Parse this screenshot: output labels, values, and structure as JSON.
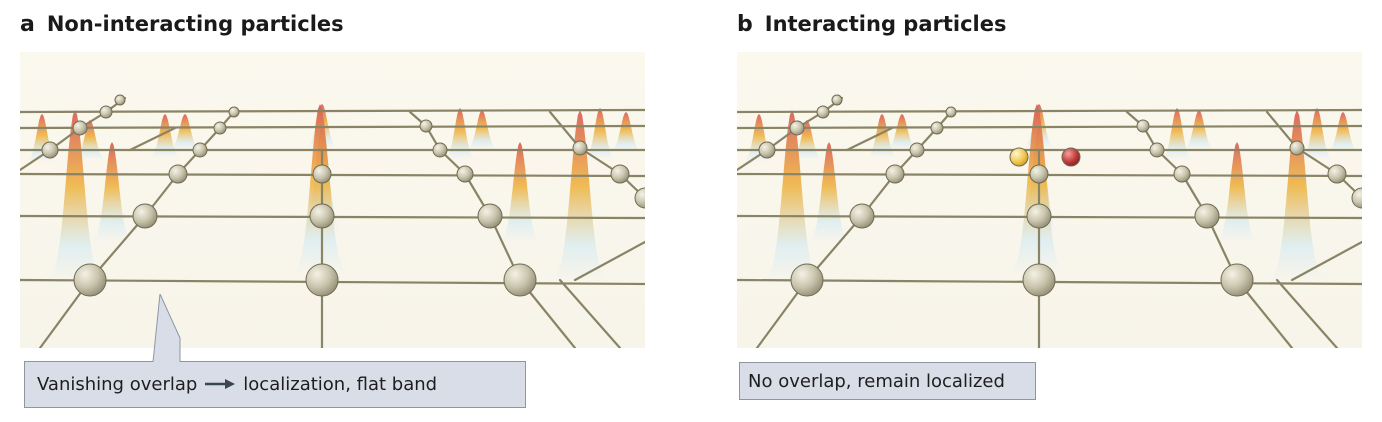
{
  "panels": [
    {
      "letter": "a",
      "title": "Non-interacting particles"
    },
    {
      "letter": "b",
      "title": "Interacting particles"
    }
  ],
  "callouts": {
    "a": {
      "before": "Vanishing overlap",
      "after": "localization, flat band"
    },
    "b": {
      "text": "No overlap, remain localized"
    }
  },
  "colors": {
    "background": "#f7f4ea",
    "rod": "#8a8466",
    "node": "#c8c4ac",
    "peak_top": "#d9615a",
    "peak_mid": "#efb545",
    "peak_base": "#d6ebf2",
    "particle_red": "#c23b3b",
    "particle_yellow": "#f3c850",
    "callout_fill": "#d9dde7",
    "callout_border": "#8f96a3"
  },
  "icons": [
    "arrow-right-icon",
    "callout-pointer-icon"
  ]
}
